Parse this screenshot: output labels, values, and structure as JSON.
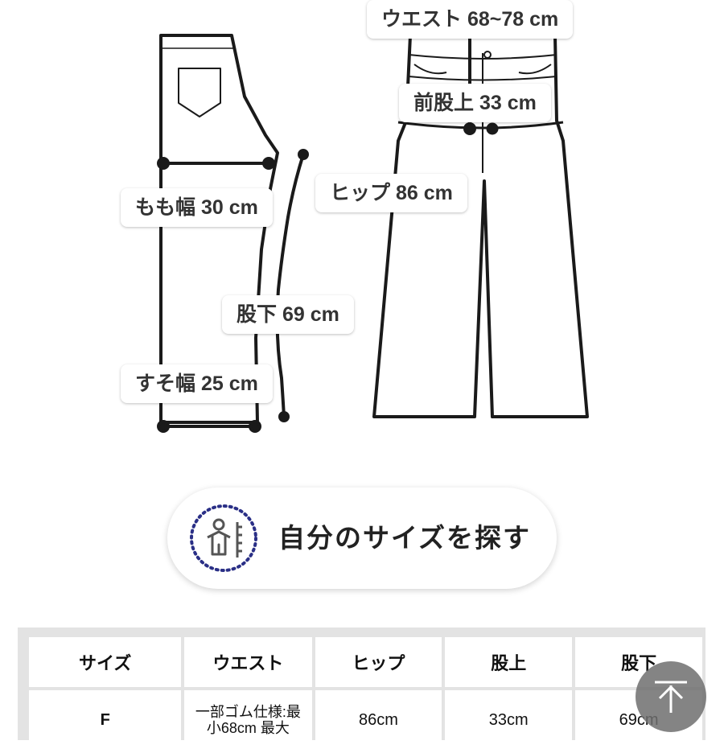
{
  "measurements": {
    "waist": "ウエスト 68~78 cm",
    "front_rise": "前股上 33 cm",
    "hip": "ヒップ 86 cm",
    "thigh": "もも幅 30 cm",
    "inseam": "股下 69 cm",
    "hem": "すそ幅 25 cm"
  },
  "size_finder": {
    "label": "自分のサイズを探す",
    "icon": "person-measure-icon"
  },
  "size_table": {
    "headers": [
      "サイズ",
      "ウエスト",
      "ヒップ",
      "股上",
      "股下"
    ],
    "rows": [
      [
        "F",
        "一部ゴム仕様:最小68cm 最大",
        "86cm",
        "33cm",
        "69cm"
      ]
    ]
  },
  "scroll_top": {
    "icon": "arrow-up-icon"
  },
  "colors": {
    "line": "#1a1a1a",
    "dots": "#2a2f86",
    "table_bg": "#e3e3e3"
  }
}
